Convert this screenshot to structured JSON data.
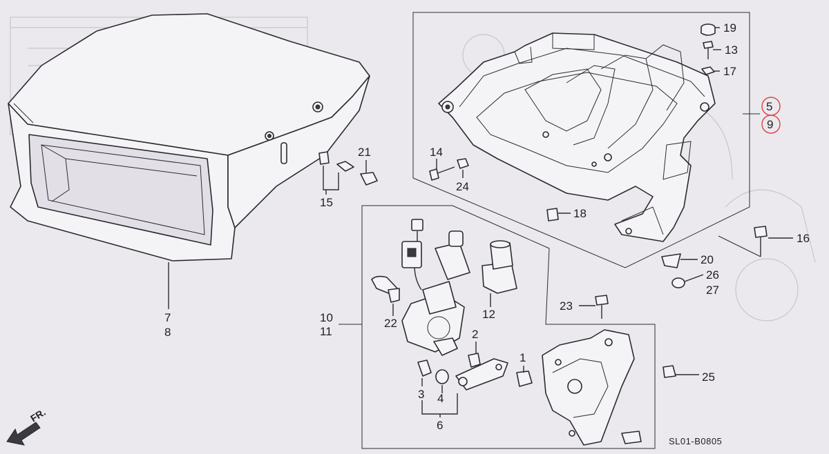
{
  "diagram": {
    "callouts": {
      "p1": "1",
      "p2": "2",
      "p3": "3",
      "p4": "4",
      "p5": "5",
      "p6": "6",
      "p7": "7",
      "p8": "8",
      "p9": "9",
      "p10": "10",
      "p11": "11",
      "p12": "12",
      "p13": "13",
      "p14": "14",
      "p15": "15",
      "p16": "16",
      "p17": "17",
      "p18": "18",
      "p19": "19",
      "p20": "20",
      "p21": "21",
      "p22": "22",
      "p23": "23",
      "p24": "24",
      "p25": "25",
      "p26": "26",
      "p27": "27"
    },
    "direction_label": "FR.",
    "diagram_code": "SL01-B0805",
    "highlight_color": "#e0474c",
    "ink_color": "#2a2a30",
    "paper_color": "#ebe9ee"
  }
}
